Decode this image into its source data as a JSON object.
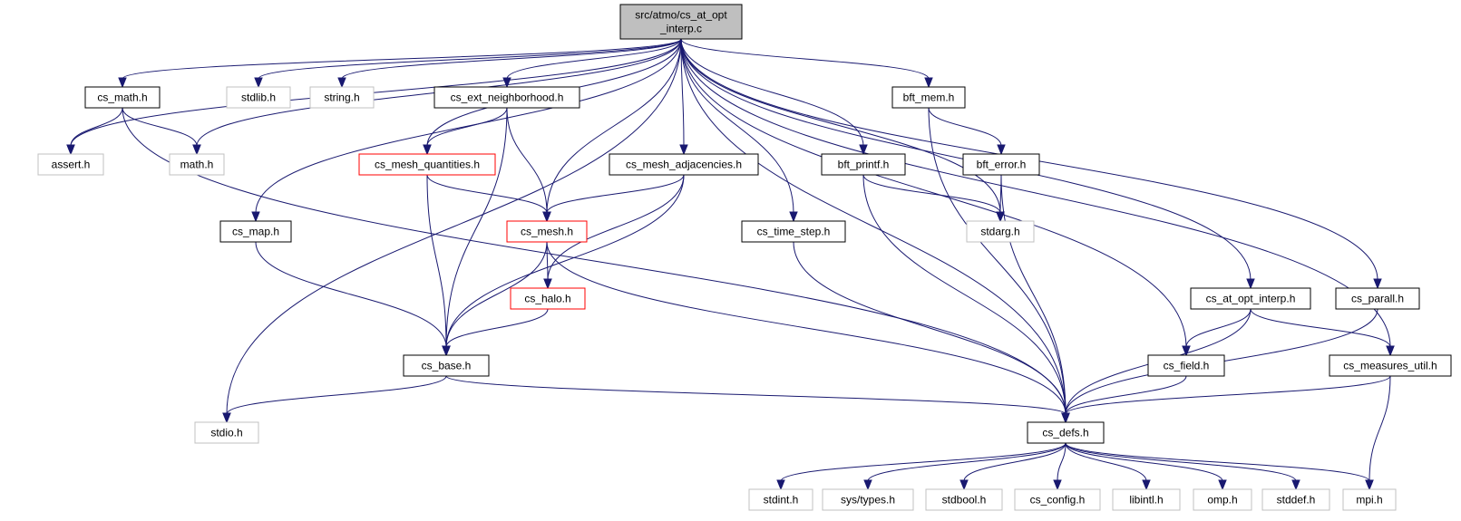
{
  "graph_title": "src/atmo/cs_at_opt_interp.c",
  "colors": {
    "edge": "#191970",
    "root_fill": "#bfbfbf",
    "normal_border": "#000000",
    "missing_border": "#c0c0c0",
    "incomplete_border": "#ff0000"
  },
  "nodes": [
    {
      "id": "root",
      "label_lines": [
        "src/atmo/cs_at_opt",
        "_interp.c"
      ],
      "style": "root"
    },
    {
      "id": "cs_math",
      "label_lines": [
        "cs_math.h"
      ],
      "style": "normal"
    },
    {
      "id": "stdlib",
      "label_lines": [
        "stdlib.h"
      ],
      "style": "missing"
    },
    {
      "id": "string",
      "label_lines": [
        "string.h"
      ],
      "style": "missing"
    },
    {
      "id": "cs_ext_neighborhood",
      "label_lines": [
        "cs_ext_neighborhood.h"
      ],
      "style": "normal"
    },
    {
      "id": "bft_mem",
      "label_lines": [
        "bft_mem.h"
      ],
      "style": "normal"
    },
    {
      "id": "assert",
      "label_lines": [
        "assert.h"
      ],
      "style": "missing"
    },
    {
      "id": "math",
      "label_lines": [
        "math.h"
      ],
      "style": "missing"
    },
    {
      "id": "cs_mesh_quantities",
      "label_lines": [
        "cs_mesh_quantities.h"
      ],
      "style": "incomplete"
    },
    {
      "id": "cs_mesh_adjacencies",
      "label_lines": [
        "cs_mesh_adjacencies.h"
      ],
      "style": "normal"
    },
    {
      "id": "bft_printf",
      "label_lines": [
        "bft_printf.h"
      ],
      "style": "normal"
    },
    {
      "id": "bft_error",
      "label_lines": [
        "bft_error.h"
      ],
      "style": "normal"
    },
    {
      "id": "cs_map",
      "label_lines": [
        "cs_map.h"
      ],
      "style": "normal"
    },
    {
      "id": "cs_mesh",
      "label_lines": [
        "cs_mesh.h"
      ],
      "style": "incomplete"
    },
    {
      "id": "cs_time_step",
      "label_lines": [
        "cs_time_step.h"
      ],
      "style": "normal"
    },
    {
      "id": "stdarg",
      "label_lines": [
        "stdarg.h"
      ],
      "style": "missing"
    },
    {
      "id": "cs_halo",
      "label_lines": [
        "cs_halo.h"
      ],
      "style": "incomplete"
    },
    {
      "id": "cs_at_opt_interp_h",
      "label_lines": [
        "cs_at_opt_interp.h"
      ],
      "style": "normal"
    },
    {
      "id": "cs_parall",
      "label_lines": [
        "cs_parall.h"
      ],
      "style": "normal"
    },
    {
      "id": "cs_base",
      "label_lines": [
        "cs_base.h"
      ],
      "style": "normal"
    },
    {
      "id": "cs_field",
      "label_lines": [
        "cs_field.h"
      ],
      "style": "normal"
    },
    {
      "id": "cs_measures_util",
      "label_lines": [
        "cs_measures_util.h"
      ],
      "style": "normal"
    },
    {
      "id": "stdio",
      "label_lines": [
        "stdio.h"
      ],
      "style": "missing"
    },
    {
      "id": "cs_defs",
      "label_lines": [
        "cs_defs.h"
      ],
      "style": "normal"
    },
    {
      "id": "stdint",
      "label_lines": [
        "stdint.h"
      ],
      "style": "missing"
    },
    {
      "id": "sys_types",
      "label_lines": [
        "sys/types.h"
      ],
      "style": "missing"
    },
    {
      "id": "stdbool",
      "label_lines": [
        "stdbool.h"
      ],
      "style": "missing"
    },
    {
      "id": "cs_config",
      "label_lines": [
        "cs_config.h"
      ],
      "style": "missing"
    },
    {
      "id": "libintl",
      "label_lines": [
        "libintl.h"
      ],
      "style": "missing"
    },
    {
      "id": "omp",
      "label_lines": [
        "omp.h"
      ],
      "style": "missing"
    },
    {
      "id": "stddef",
      "label_lines": [
        "stddef.h"
      ],
      "style": "missing"
    },
    {
      "id": "mpi",
      "label_lines": [
        "mpi.h"
      ],
      "style": "missing"
    }
  ],
  "edges": [
    [
      "root",
      "cs_math"
    ],
    [
      "root",
      "stdlib"
    ],
    [
      "root",
      "string"
    ],
    [
      "root",
      "cs_ext_neighborhood"
    ],
    [
      "root",
      "bft_mem"
    ],
    [
      "root",
      "assert"
    ],
    [
      "root",
      "math"
    ],
    [
      "root",
      "cs_mesh_quantities"
    ],
    [
      "root",
      "cs_mesh_adjacencies"
    ],
    [
      "root",
      "bft_printf"
    ],
    [
      "root",
      "cs_map"
    ],
    [
      "root",
      "cs_mesh"
    ],
    [
      "root",
      "cs_time_step"
    ],
    [
      "root",
      "stdarg"
    ],
    [
      "root",
      "cs_at_opt_interp_h"
    ],
    [
      "root",
      "cs_parall"
    ],
    [
      "root",
      "cs_field"
    ],
    [
      "root",
      "cs_measures_util"
    ],
    [
      "root",
      "stdio"
    ],
    [
      "root",
      "cs_defs"
    ],
    [
      "cs_math",
      "assert"
    ],
    [
      "cs_math",
      "math"
    ],
    [
      "cs_math",
      "cs_defs"
    ],
    [
      "cs_ext_neighborhood",
      "cs_mesh_quantities"
    ],
    [
      "cs_ext_neighborhood",
      "cs_mesh"
    ],
    [
      "cs_ext_neighborhood",
      "cs_base"
    ],
    [
      "cs_mesh_quantities",
      "cs_mesh"
    ],
    [
      "cs_mesh_quantities",
      "cs_base"
    ],
    [
      "cs_mesh_adjacencies",
      "cs_mesh"
    ],
    [
      "cs_mesh_adjacencies",
      "cs_halo"
    ],
    [
      "cs_mesh_adjacencies",
      "cs_base"
    ],
    [
      "cs_mesh",
      "cs_halo"
    ],
    [
      "cs_mesh",
      "cs_base"
    ],
    [
      "cs_mesh",
      "cs_defs"
    ],
    [
      "cs_halo",
      "cs_base"
    ],
    [
      "cs_map",
      "cs_base"
    ],
    [
      "cs_base",
      "stdio"
    ],
    [
      "cs_base",
      "cs_defs"
    ],
    [
      "bft_mem",
      "bft_error"
    ],
    [
      "bft_mem",
      "cs_defs"
    ],
    [
      "bft_printf",
      "stdarg"
    ],
    [
      "bft_printf",
      "cs_defs"
    ],
    [
      "bft_error",
      "stdarg"
    ],
    [
      "bft_error",
      "cs_defs"
    ],
    [
      "cs_time_step",
      "cs_defs"
    ],
    [
      "cs_at_opt_interp_h",
      "cs_field"
    ],
    [
      "cs_at_opt_interp_h",
      "cs_measures_util"
    ],
    [
      "cs_at_opt_interp_h",
      "cs_defs"
    ],
    [
      "cs_parall",
      "cs_defs"
    ],
    [
      "cs_field",
      "cs_defs"
    ],
    [
      "cs_measures_util",
      "cs_defs"
    ],
    [
      "cs_measures_util",
      "mpi"
    ],
    [
      "cs_defs",
      "stdint"
    ],
    [
      "cs_defs",
      "sys_types"
    ],
    [
      "cs_defs",
      "stdbool"
    ],
    [
      "cs_defs",
      "cs_config"
    ],
    [
      "cs_defs",
      "libintl"
    ],
    [
      "cs_defs",
      "omp"
    ],
    [
      "cs_defs",
      "stddef"
    ],
    [
      "cs_defs",
      "mpi"
    ]
  ]
}
